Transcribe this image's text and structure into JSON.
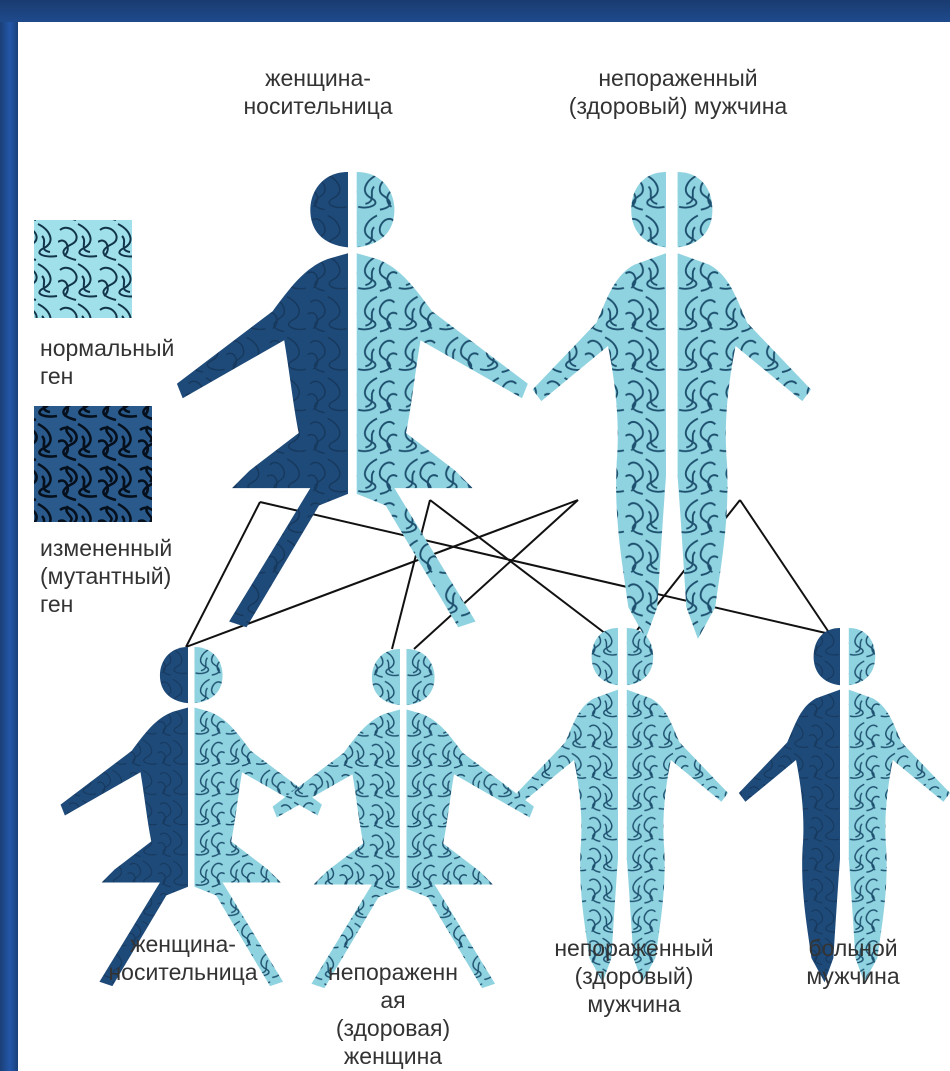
{
  "parents": {
    "mother_label": "женщина-\nносительница",
    "father_label": "непораженный\n(здоровый) мужчина"
  },
  "legend": {
    "normal_label": "нормальный\nген",
    "mutant_label": "измененный\n(мутантный)\nген"
  },
  "children": [
    {
      "label": "женщина-\nносительница"
    },
    {
      "label": "непораженн\nая\n(здоровая)\nженщина"
    },
    {
      "label": "непораженный\n(здоровый)\nмужчина"
    },
    {
      "label": "больной\nмужчина"
    }
  ],
  "colors": {
    "normal_gene": "#8fd3e0",
    "mutant_gene": "#1e4a7a",
    "line": "#111111",
    "frame": "#1f4c93"
  }
}
